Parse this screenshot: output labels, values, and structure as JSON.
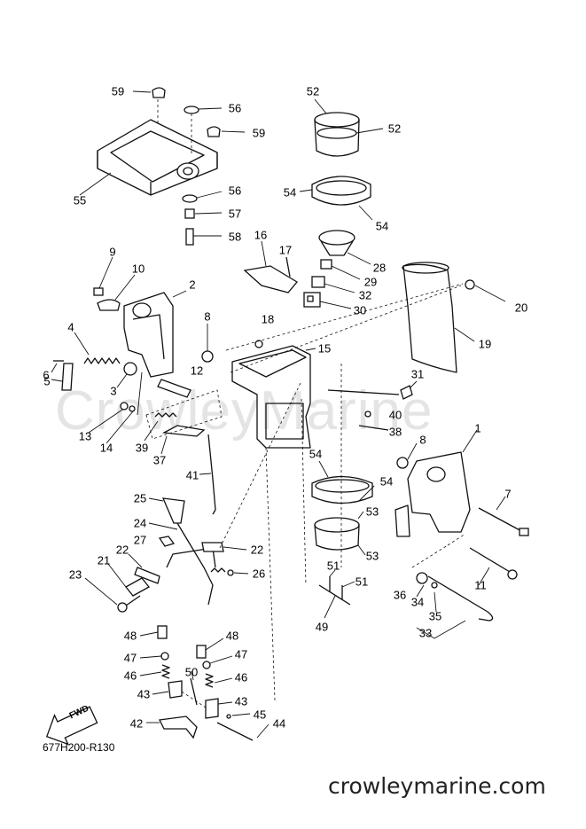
{
  "diagram_code": "677H200-R130",
  "site_footer": "crowleymarine.com",
  "watermark_text": "CrowleyMarine",
  "fwd_label": "FWD",
  "part_labels": {
    "p59a": "59",
    "p56a": "56",
    "p59b": "59",
    "p55": "55",
    "p56b": "56",
    "p57": "57",
    "p58": "58",
    "p52a": "52",
    "p52b": "52",
    "p54a": "54",
    "p54b": "54",
    "p28": "28",
    "p29": "29",
    "p32": "32",
    "p30": "30",
    "p16": "16",
    "p17": "17",
    "p9": "9",
    "p10": "10",
    "p2": "2",
    "p20": "20",
    "p19": "19",
    "p4": "4",
    "p8a": "8",
    "p18": "18",
    "p15": "15",
    "p6": "6",
    "p12": "12",
    "p3": "3",
    "p5": "5",
    "p31": "31",
    "p40": "40",
    "p13": "13",
    "p14": "14",
    "p39": "39",
    "p37": "37",
    "p38": "38",
    "p8b": "8",
    "p1": "1",
    "p41": "41",
    "p54c": "54",
    "p54d": "54",
    "p25": "25",
    "p7": "7",
    "p53a": "53",
    "p53b": "53",
    "p24": "24",
    "p27": "27",
    "p22a": "22",
    "p22b": "22",
    "p26": "26",
    "p11": "11",
    "p21": "21",
    "p23": "23",
    "p51a": "51",
    "p51b": "51",
    "p36": "36",
    "p34": "34",
    "p35": "35",
    "p33": "33",
    "p49": "49",
    "p48a": "48",
    "p48b": "48",
    "p47a": "47",
    "p47b": "47",
    "p46a": "46",
    "p46b": "46",
    "p50": "50",
    "p43a": "43",
    "p43b": "43",
    "p45": "45",
    "p42": "42",
    "p44": "44"
  }
}
